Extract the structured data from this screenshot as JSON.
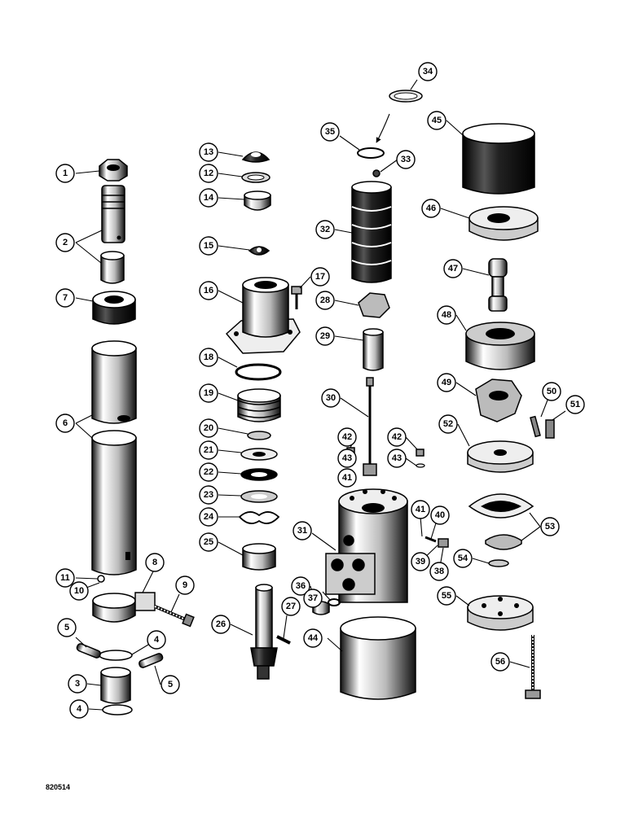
{
  "diagram": {
    "document_id": "820514",
    "callouts": [
      "1",
      "2",
      "3",
      "4",
      "5",
      "6",
      "7",
      "8",
      "9",
      "10",
      "11",
      "12",
      "13",
      "14",
      "15",
      "16",
      "17",
      "18",
      "19",
      "20",
      "21",
      "22",
      "23",
      "24",
      "25",
      "26",
      "27",
      "28",
      "29",
      "30",
      "31",
      "32",
      "33",
      "34",
      "35",
      "36",
      "37",
      "38",
      "39",
      "40",
      "41",
      "42",
      "43",
      "44",
      "45",
      "46",
      "47",
      "48",
      "49",
      "50",
      "51",
      "52",
      "53",
      "54",
      "55",
      "56"
    ]
  },
  "colors": {
    "ink": "#000000",
    "paper": "#ffffff"
  }
}
